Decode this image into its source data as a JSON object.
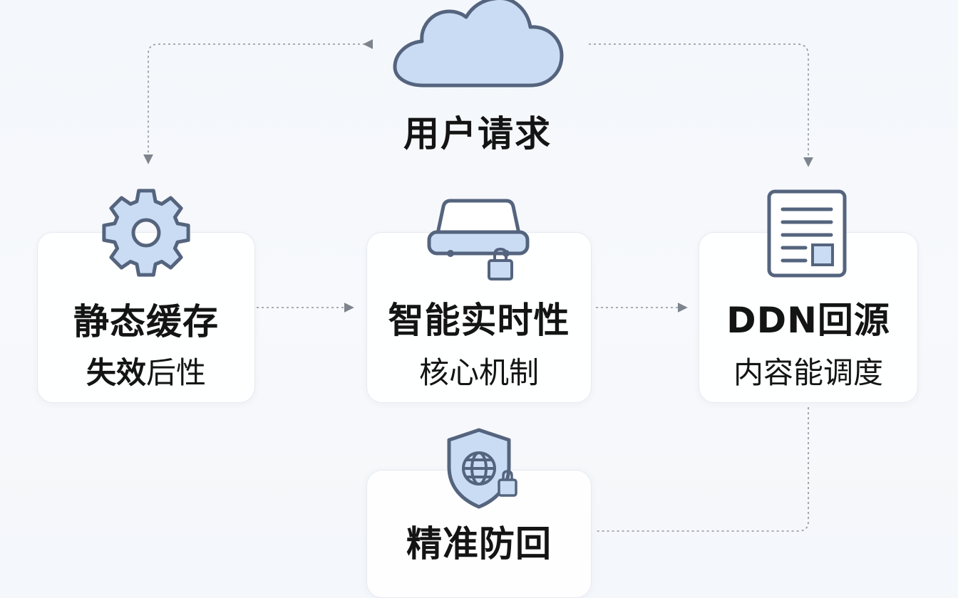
{
  "diagram": {
    "user_request": {
      "label": "用户请求"
    },
    "static_cache": {
      "title": "静态缓存",
      "sub_bold": "失效",
      "sub_rest": "后性"
    },
    "smart_realtime": {
      "title": "智能实时性",
      "sub": "核心机制"
    },
    "ddn_origin": {
      "title": "DDN回源",
      "sub": "内容能调度"
    },
    "security": {
      "title": "精准防回"
    }
  },
  "colors": {
    "icon_fill": "#c9dcf3",
    "icon_stroke": "#55647e",
    "connector": "#8d939c",
    "card_border": "#e6e9ef"
  },
  "icons": [
    "cloud-icon",
    "gear-icon",
    "router-lock-icon",
    "document-icon",
    "shield-globe-icon"
  ]
}
